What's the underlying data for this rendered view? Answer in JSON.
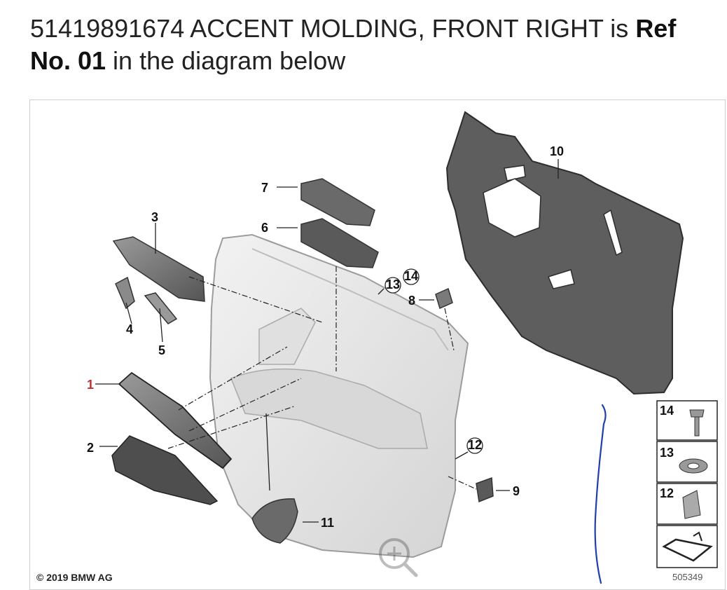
{
  "heading": {
    "part_number": "51419891674 ACCENT MOLDING, FRONT RIGHT",
    "middle": " is ",
    "ref_label": "Ref No. 01",
    "suffix": " in the diagram below"
  },
  "diagram": {
    "callouts": [
      {
        "id": "1",
        "label": "1"
      },
      {
        "id": "2",
        "label": "2"
      },
      {
        "id": "3",
        "label": "3"
      },
      {
        "id": "4",
        "label": "4"
      },
      {
        "id": "5",
        "label": "5"
      },
      {
        "id": "6",
        "label": "6"
      },
      {
        "id": "7",
        "label": "7"
      },
      {
        "id": "8",
        "label": "8"
      },
      {
        "id": "9",
        "label": "9"
      },
      {
        "id": "10",
        "label": "10"
      },
      {
        "id": "11",
        "label": "11"
      },
      {
        "id": "12",
        "label": "12"
      },
      {
        "id": "13",
        "label": "13"
      },
      {
        "id": "14",
        "label": "14"
      }
    ],
    "highlighted_ref": "1",
    "legend": [
      "14",
      "13",
      "12"
    ],
    "image_number": "505349",
    "copyright": "© 2019 BMW AG",
    "icons": [
      "zoom-in-icon",
      "kit-box-icon"
    ]
  },
  "colors": {
    "panel_dark": "#5e5e5e",
    "door_light": "#e6e6e6",
    "annotation_blue": "#1f3fb0",
    "highlight": "#b33333"
  }
}
